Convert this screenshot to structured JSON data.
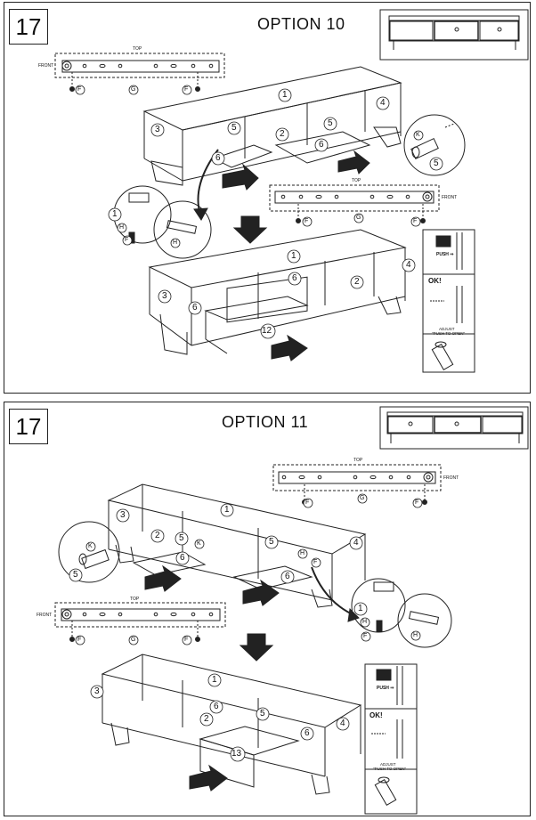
{
  "panels": [
    {
      "step": "17",
      "option": "OPTION 10",
      "rail_top_label": "TOP",
      "rail_front_label": "FRONT",
      "rail2_top_label": "TOP",
      "rail2_front_label": "FRONT",
      "push_label": "PUSH ⇒",
      "ok_label": "OK!",
      "adjust_label": "ADJUST",
      "adjust_sub_label": "\"PUSH TO OPEN\"",
      "parts": {
        "f": "F",
        "g": "G",
        "h": "H",
        "k": "K",
        "n1": "1",
        "n2": "2",
        "n3": "3",
        "n4": "4",
        "n5": "5",
        "n6": "6",
        "n12": "12"
      }
    },
    {
      "step": "17",
      "option": "OPTION 11",
      "rail_top_label": "TOP",
      "rail_front_label": "FRONT",
      "rail2_top_label": "TOP",
      "rail2_front_label": "FRONT",
      "push_label": "PUSH ⇒",
      "ok_label": "OK!",
      "adjust_label": "ADJUST",
      "adjust_sub_label": "\"PUSH TO OPEN\"",
      "parts": {
        "f": "F",
        "g": "G",
        "h": "H",
        "k": "K",
        "n1": "1",
        "n2": "2",
        "n3": "3",
        "n4": "4",
        "n5": "5",
        "n6": "6",
        "n13": "13"
      }
    }
  ]
}
